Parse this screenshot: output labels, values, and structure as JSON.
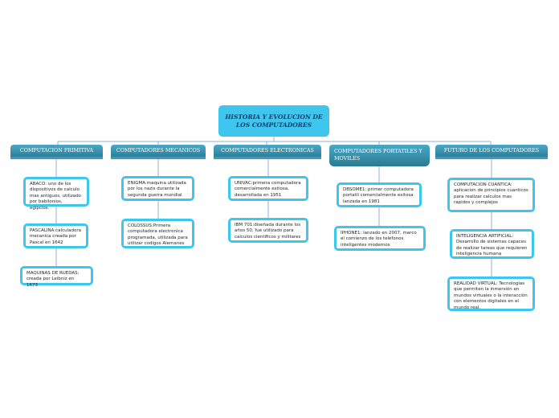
{
  "root": {
    "title": "HISTORIA Y EVOLUCION DE LOS COMPUTADORES"
  },
  "categories": [
    {
      "label": "COMPUTACION PRIMITIVA",
      "items": [
        "ABACO: uno de los dispositivos de calculo mas antiguos, utilizado por babilonios, egipcios.",
        "PASCALINA:calculadora mecanica creada por Pascal en 1642",
        "MAQUINAS DE RUEDAS: creada por Leibniz en 1673"
      ]
    },
    {
      "label": "COMPUTADORES MECANICOS",
      "items": [
        "ENIGMA:maquina utilizada por los nazis durante la segunda guerra mundial",
        "COLOSSUS:Primera computadora electronica programada, utilizada para utilizar codigos Alemanes"
      ]
    },
    {
      "label": "COMPUTADORES ELECTRONICAS",
      "items": [
        "UNIVAC:primera computadora comercialmente exitosa, desarrollada en 1951",
        "IBM 701:diseñada durante los años 50, fue utilizado para calculos cientificos y militares"
      ]
    },
    {
      "label": "COMPUTADORES PORTATILES Y MOVILES",
      "items": [
        "DBSOME1: primer computadora portatil comercialmente exitosa lanzada en 1981",
        "IPHONE1: lanzado en 2007, marco el comienzo de los telefonos inteligentes modernos"
      ]
    },
    {
      "label": "FUTURO DE LOS COMPUTADORES",
      "items": [
        "COMPUTACION CUANTICA: aplicacion de principios cuanticos para realizar calculos mas rapidos y complejos",
        "INTELIGENCIA ARTIFICIAL: Desarrollo de sistemas capaces de realizar tareas que requieren inteligencia humana",
        "REALIDAD VIRTUAL: Tecnologias que permiten la inmersión en mundos virtuales o la interacción con elementos digitales en el mundo real."
      ]
    }
  ],
  "colors": {
    "accent": "#3fc6ee",
    "category": "#3a8fab",
    "connector": "#7ea6d8"
  }
}
